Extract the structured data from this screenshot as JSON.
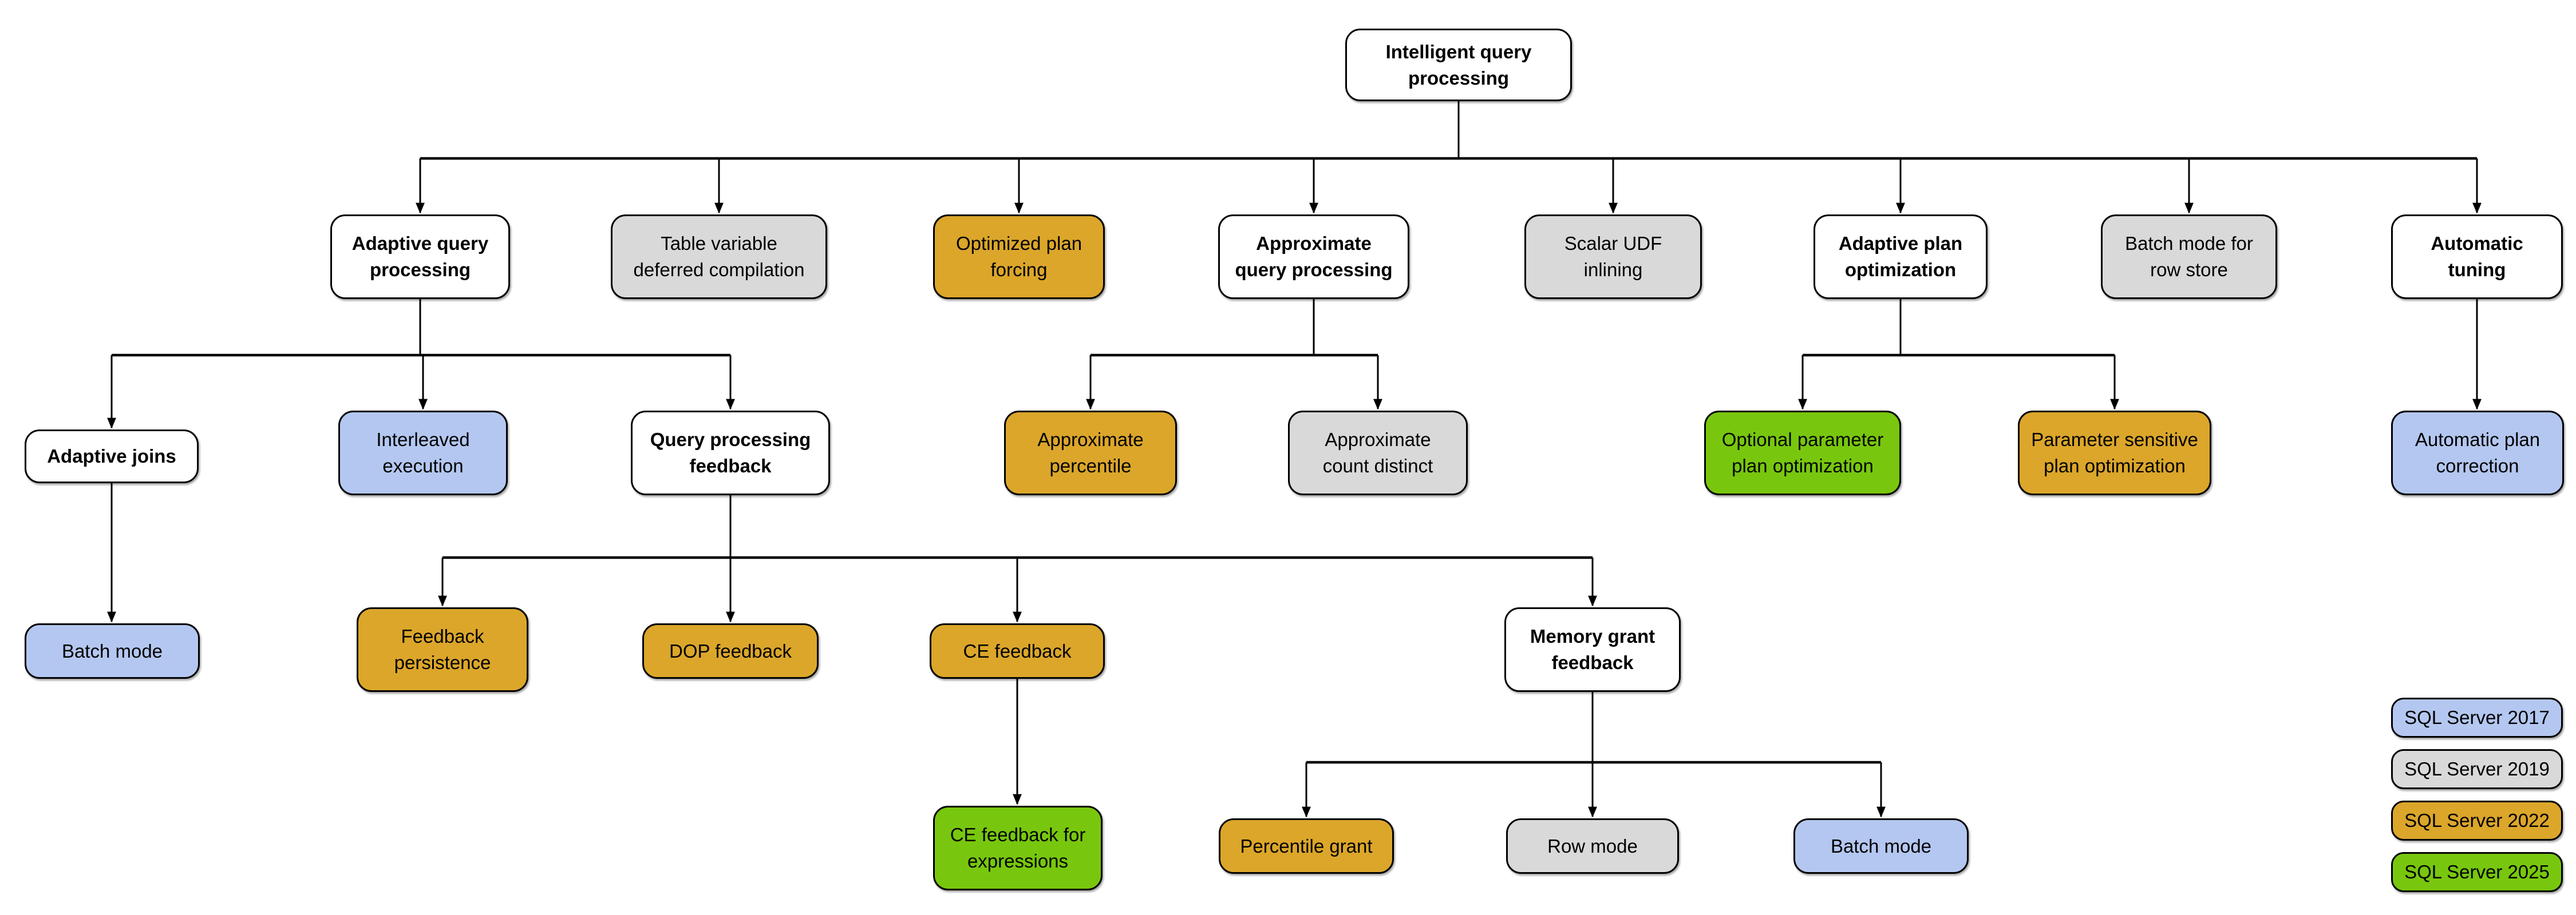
{
  "versions": {
    "2017": "#B4C7F0",
    "2019": "#D9D9D9",
    "2022": "#DBA62A",
    "2025": "#78C70E"
  },
  "nodes": {
    "root": {
      "label": "Intelligent query\nprocessing"
    },
    "adaptive_query_processing": {
      "label": "Adaptive query\nprocessing"
    },
    "table_variable_deferred_compilation": {
      "label": "Table variable\ndeferred compilation",
      "version": "2019"
    },
    "optimized_plan_forcing": {
      "label": "Optimized plan\nforcing",
      "version": "2022"
    },
    "approximate_query_processing": {
      "label": "Approximate\nquery processing"
    },
    "scalar_udf_inlining": {
      "label": "Scalar UDF\ninlining",
      "version": "2019"
    },
    "adaptive_plan_optimization": {
      "label": "Adaptive plan\noptimization"
    },
    "batch_mode_for_row_store": {
      "label": "Batch mode for\nrow store",
      "version": "2019"
    },
    "automatic_tuning": {
      "label": "Automatic\ntuning"
    },
    "adaptive_joins": {
      "label": "Adaptive joins"
    },
    "interleaved_execution": {
      "label": "Interleaved\nexecution",
      "version": "2017"
    },
    "query_processing_feedback": {
      "label": "Query processing\nfeedback"
    },
    "approximate_percentile": {
      "label": "Approximate\npercentile",
      "version": "2022"
    },
    "approximate_count_distinct": {
      "label": "Approximate\ncount distinct",
      "version": "2019"
    },
    "optional_parameter_plan_optimization": {
      "label": "Optional parameter\nplan optimization",
      "version": "2025"
    },
    "parameter_sensitive_plan_optimization": {
      "label": "Parameter sensitive\nplan optimization",
      "version": "2022"
    },
    "automatic_plan_correction": {
      "label": "Automatic plan\ncorrection",
      "version": "2017"
    },
    "batch_mode_adaptive_joins": {
      "label": "Batch mode",
      "version": "2017"
    },
    "feedback_persistence": {
      "label": "Feedback\npersistence",
      "version": "2022"
    },
    "dop_feedback": {
      "label": "DOP feedback",
      "version": "2022"
    },
    "ce_feedback": {
      "label": "CE feedback",
      "version": "2022"
    },
    "memory_grant_feedback": {
      "label": "Memory grant\nfeedback"
    },
    "ce_feedback_for_expressions": {
      "label": "CE feedback for\nexpressions",
      "version": "2025"
    },
    "percentile_grant": {
      "label": "Percentile grant",
      "version": "2022"
    },
    "row_mode": {
      "label": "Row mode",
      "version": "2019"
    },
    "batch_mode_memory_grant": {
      "label": "Batch mode",
      "version": "2017"
    }
  },
  "edges": [
    [
      "root",
      "adaptive_query_processing"
    ],
    [
      "root",
      "table_variable_deferred_compilation"
    ],
    [
      "root",
      "optimized_plan_forcing"
    ],
    [
      "root",
      "approximate_query_processing"
    ],
    [
      "root",
      "scalar_udf_inlining"
    ],
    [
      "root",
      "adaptive_plan_optimization"
    ],
    [
      "root",
      "batch_mode_for_row_store"
    ],
    [
      "root",
      "automatic_tuning"
    ],
    [
      "adaptive_query_processing",
      "adaptive_joins"
    ],
    [
      "adaptive_query_processing",
      "interleaved_execution"
    ],
    [
      "adaptive_query_processing",
      "query_processing_feedback"
    ],
    [
      "approximate_query_processing",
      "approximate_percentile"
    ],
    [
      "approximate_query_processing",
      "approximate_count_distinct"
    ],
    [
      "adaptive_plan_optimization",
      "optional_parameter_plan_optimization"
    ],
    [
      "adaptive_plan_optimization",
      "parameter_sensitive_plan_optimization"
    ],
    [
      "automatic_tuning",
      "automatic_plan_correction"
    ],
    [
      "adaptive_joins",
      "batch_mode_adaptive_joins"
    ],
    [
      "query_processing_feedback",
      "feedback_persistence"
    ],
    [
      "query_processing_feedback",
      "dop_feedback"
    ],
    [
      "query_processing_feedback",
      "ce_feedback"
    ],
    [
      "query_processing_feedback",
      "memory_grant_feedback"
    ],
    [
      "ce_feedback",
      "ce_feedback_for_expressions"
    ],
    [
      "memory_grant_feedback",
      "percentile_grant"
    ],
    [
      "memory_grant_feedback",
      "row_mode"
    ],
    [
      "memory_grant_feedback",
      "batch_mode_memory_grant"
    ]
  ],
  "legend": {
    "items": [
      {
        "label": "SQL Server 2017",
        "version": "2017"
      },
      {
        "label": "SQL Server 2019",
        "version": "2019"
      },
      {
        "label": "SQL Server 2022",
        "version": "2022"
      },
      {
        "label": "SQL Server 2025",
        "version": "2025"
      }
    ]
  }
}
